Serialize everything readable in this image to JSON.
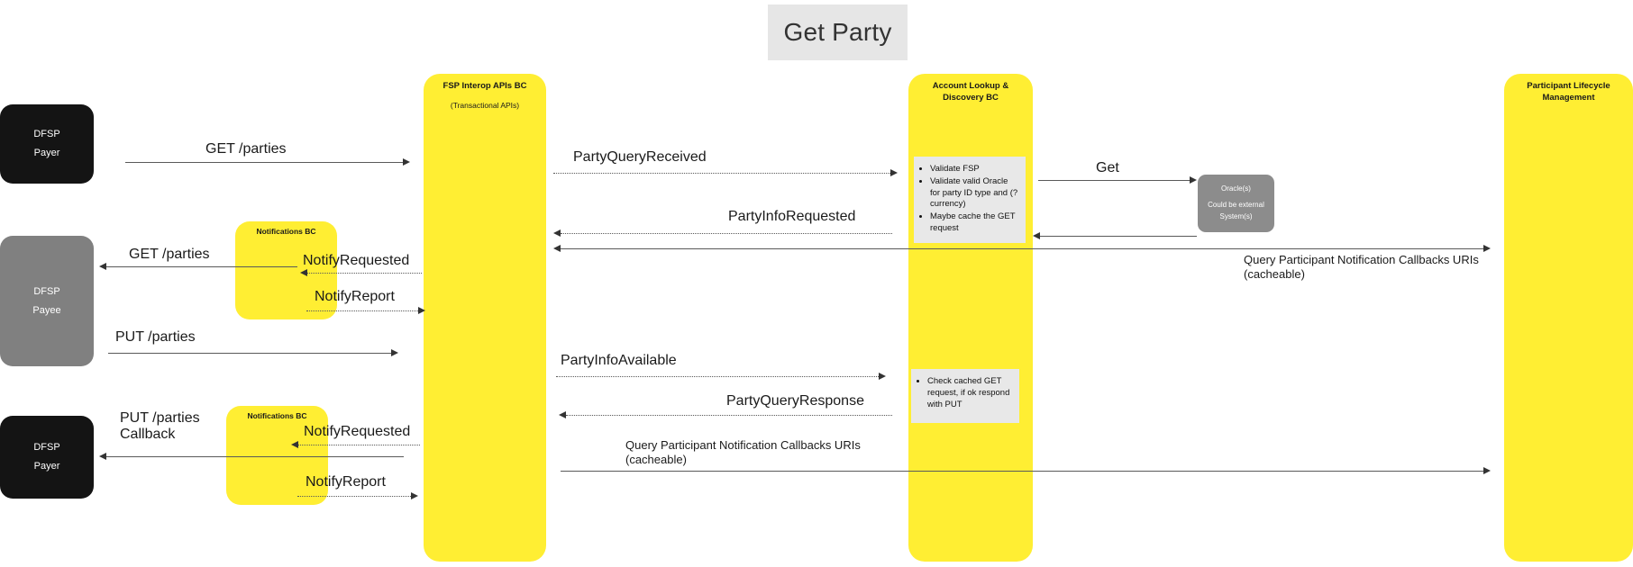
{
  "title": "Get Party",
  "colors": {
    "lifeline_yellow": "#ffee33",
    "actor_dark": "#141414",
    "actor_gray": "#808080",
    "oracle_gray": "#8c8c8c",
    "note_gray": "#e8e8e8",
    "title_gray": "#e6e6e6",
    "arrow": "#595959"
  },
  "actors": {
    "dfsp_payer_top": {
      "name": "DFSP",
      "role": "Payer"
    },
    "dfsp_payee": {
      "name": "DFSP",
      "role": "Payee"
    },
    "dfsp_payer_bottom": {
      "name": "DFSP",
      "role": "Payer"
    },
    "oracle": {
      "name": "Oracle(s)",
      "subtitle": "Could be external System(s)"
    }
  },
  "lifelines": [
    {
      "id": "fsp-interop",
      "label": "FSP Interop APIs BC",
      "sublabel": "(Transactional APIs)"
    },
    {
      "id": "account-lookup",
      "label": "Account Lookup & Discovery BC",
      "sublabel": ""
    },
    {
      "id": "participant-lifecycle",
      "label": "Participant Lifecycle Management",
      "sublabel": ""
    }
  ],
  "notifications": [
    {
      "id": "notifications-bc-top",
      "label": "Notifications BC"
    },
    {
      "id": "notifications-bc-bottom",
      "label": "Notifications BC"
    }
  ],
  "notes": [
    {
      "id": "validate-note",
      "bullets": [
        "Validate FSP",
        "Validate valid Oracle for party ID type and (?currency)",
        "Maybe cache the GET request"
      ]
    },
    {
      "id": "cached-get-note",
      "bullets": [
        "Check cached GET request, if ok respond with PUT"
      ]
    }
  ],
  "messages": {
    "get_parties_payer": "GET /parties",
    "party_query_received": "PartyQueryReceived",
    "get_oracle": "Get",
    "party_info_requested": "PartyInfoRequested",
    "get_parties_payee": "GET /parties",
    "notify_requested_top": "NotifyRequested",
    "notify_report_top": "NotifyReport",
    "put_parties": "PUT /parties",
    "party_info_available": "PartyInfoAvailable",
    "party_query_response": "PartyQueryResponse",
    "put_parties_callback_line1": "PUT /parties",
    "put_parties_callback_line2": "Callback",
    "notify_requested_bottom": "NotifyRequested",
    "notify_report_bottom": "NotifyReport",
    "query_callbacks_top_line1": "Query Participant Notification Callbacks URIs",
    "query_callbacks_top_line2": "(cacheable)",
    "query_callbacks_bottom_line1": "Query Participant Notification Callbacks URIs",
    "query_callbacks_bottom_line2": "(cacheable)"
  }
}
